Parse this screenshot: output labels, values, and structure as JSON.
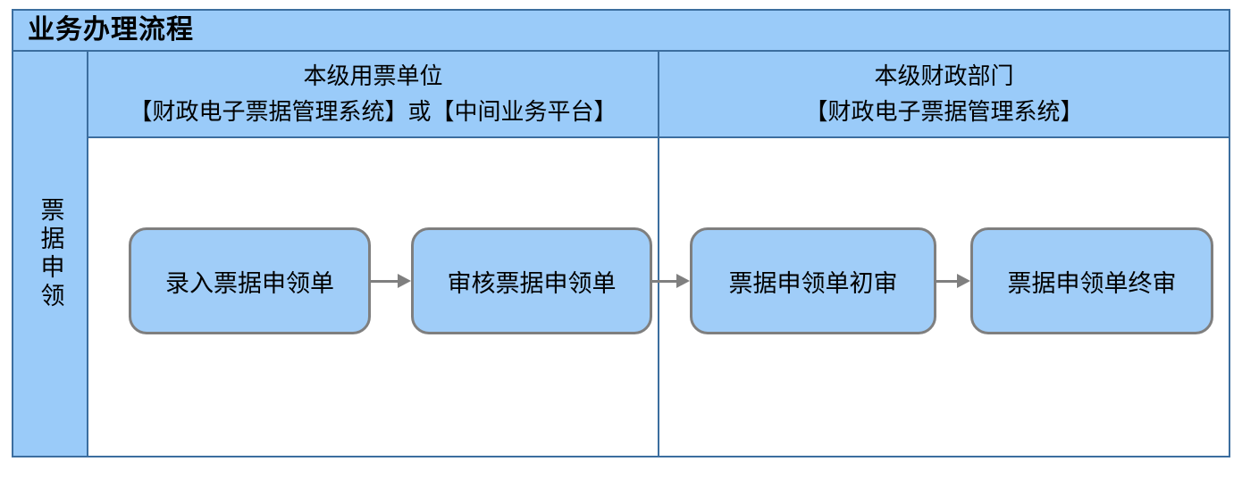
{
  "title": "业务办理流程",
  "lane": {
    "label": "票据申领"
  },
  "columns": [
    {
      "header_line1": "本级用票单位",
      "header_line2": "【财政电子票据管理系统】或【中间业务平台】"
    },
    {
      "header_line1": "本级财政部门",
      "header_line2": "【财政电子票据管理系统】"
    }
  ],
  "flow": {
    "steps": [
      "录入票据申领单",
      "审核票据申领单",
      "票据申领单初审",
      "票据申领单终审"
    ]
  },
  "colors": {
    "fill_blue": "#9ACBF9",
    "border_blue": "#3C6E9F",
    "box_fill": "#A0CDF8",
    "box_border": "#7F7F7F",
    "arrow_gray": "#7F7F7F",
    "content_bg": "#FFFFFF",
    "text_color": "#000000"
  }
}
